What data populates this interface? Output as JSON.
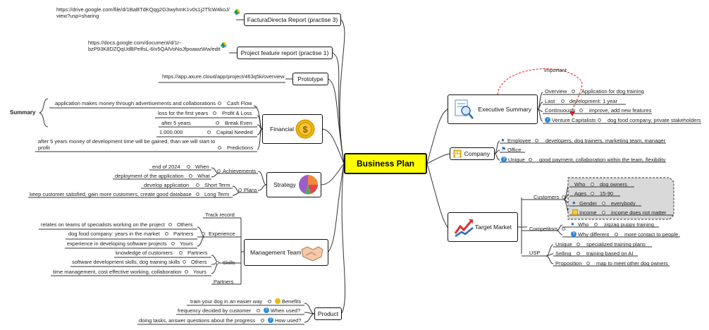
{
  "root": "Business Plan",
  "summary_label": "Summary",
  "important_label": "Important",
  "left": {
    "factura": {
      "title": "FacturaDirecta Report (practise 3)",
      "url_line1": "https://drive.google.com/file/d/1BaBTdKQqg2G3wyhmK1v0s1j2TfcW4koJ/",
      "url_line2": "view?usp=sharing"
    },
    "project": {
      "title": "Project feature report (practise 1)",
      "url_line1": "https://docs.google.com/document/d/1r-",
      "url_line2": "bzP93K8DZQqUdBPelfsL-6Iv5QAlVoNoJfpoawzWw/edit"
    },
    "prototype": {
      "title": "Prototype",
      "url": "https://app.axure.cloud/app/project/463q5k/overview"
    },
    "financial": {
      "title": "Financial",
      "items": [
        {
          "label": "Cash Flow",
          "text": "application makes money through advertisements and collaborations"
        },
        {
          "label": "Profit & Loss",
          "text": "loss for the first years"
        },
        {
          "label": "Break Even",
          "text": "after 5 years"
        },
        {
          "label": "Capital Needed",
          "text": "1.000.000"
        },
        {
          "label": "Predictions",
          "text_line1": "after 5 years money of development time will be gained, than we will start to",
          "text_line2": "profit"
        }
      ]
    },
    "strategy": {
      "title": "Strategy",
      "achievements": "Achievements",
      "when_label": "When",
      "when": "end of 2024",
      "what_label": "What",
      "what": "deployment of the application",
      "plans": "Plans",
      "short_label": "Short Term",
      "short": "develop application",
      "long_label": "Long Term",
      "long": "keep customer satisfied, gain more customers, create good database"
    },
    "management": {
      "title": "Management Team",
      "track_record": "Track record",
      "experience": "Experience",
      "exp_others_label": "Others",
      "exp_others": "relates on teams of specialists working on the project",
      "exp_partners_label": "Partners",
      "exp_partners": "dog food company: years in the market",
      "exp_yours_label": "Yours",
      "exp_yours": "experience in developing software projects",
      "skills": "Skills",
      "sk_partners_label": "Partners",
      "sk_partners": "knowledge of customers",
      "sk_others_label": "Others",
      "sk_others": "software development skills, dog training skills",
      "sk_yours_label": "Yours",
      "sk_yours": "time management, cost effective working, collaboration",
      "partners": "Partners"
    },
    "product": {
      "title": "Product",
      "benefits_label": "Benefits",
      "benefits": "train your dog in an easier way",
      "when_label": "When used?",
      "when": "frequency decided by customer",
      "how_label": "How used?",
      "how": "doing tasks, answer questions about the progress"
    }
  },
  "right": {
    "executive": {
      "title": "Executive Summary",
      "overview_label": "Overview",
      "overview": "Application for dog training",
      "last_label": "Last",
      "last": "development: 1 year",
      "cont_label": "Continuously",
      "cont": "improve, add new features",
      "vc_label": "Venture Capitalists",
      "vc": "dog food company, private stakeholders"
    },
    "company": {
      "title": "Company",
      "employee_label": "Employee",
      "employee": "developers, dog trainers, marketing team, manager",
      "office_label": "Office",
      "unique_label": "Unique",
      "unique": "good payment, collaboration within the team, flexibility"
    },
    "target": {
      "title": "Target Market",
      "customers": "Customers",
      "who_label": "Who",
      "who": "dog owners",
      "ages_label": "Ages",
      "ages": "15-90",
      "gender_label": "Gender",
      "gender": "everybody",
      "income_label": "Income",
      "income": "income does not matter",
      "competitors": "Competitors",
      "c_who_label": "Who",
      "c_who": "zigzag puppy training",
      "c_why_label": "Why different",
      "c_why": "more contact to people",
      "usp": "USP",
      "u_unique_label": "Unique",
      "u_unique": "specialized training plans",
      "u_selling_label": "Selling",
      "u_selling": "training based on AI",
      "u_prop_label": "Proposition",
      "u_prop": "map to meet other dog owners"
    }
  },
  "colors": {
    "root_fill": "#ffff00",
    "line": "#333333",
    "important": "#e02020",
    "customers_fill": "#d9d9d9"
  }
}
